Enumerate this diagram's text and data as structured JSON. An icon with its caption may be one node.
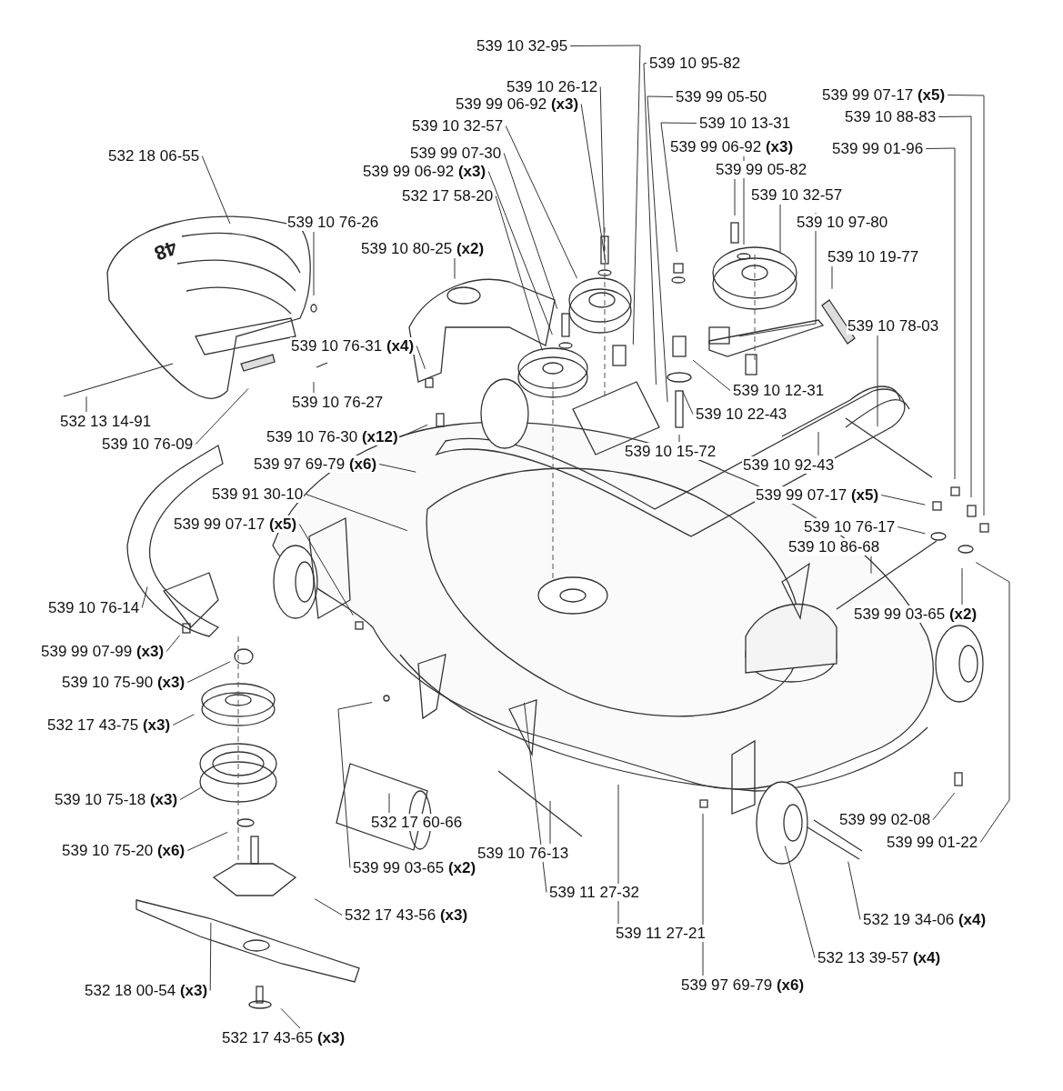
{
  "diagram": {
    "nodes": [
      {
        "text": [
          "539 10 32-95"
        ]
      },
      {
        "text": [
          "539 10 95-82"
        ]
      },
      {
        "text": [
          "539 10 26-12"
        ]
      },
      {
        "text": [
          "539 99 06-92 **(x3)**"
        ]
      },
      {
        "text": [
          "539 10 32-57"
        ]
      },
      {
        "text": [
          "539 99 07-30"
        ]
      },
      {
        "text": [
          "539 99 06-92 **(x3)**"
        ]
      },
      {
        "text": [
          "532 17 58-20"
        ]
      },
      {
        "text": [
          "539 99 05-50"
        ]
      },
      {
        "text": [
          "539 10 13-31"
        ]
      },
      {
        "text": [
          "539 99 06-92 **(x3)**"
        ]
      },
      {
        "text": [
          "539 99 05-82"
        ]
      },
      {
        "text": [
          "539 10 32-57"
        ]
      },
      {
        "text": [
          "539 10 97-80"
        ]
      },
      {
        "text": [
          "539 10 19-77"
        ]
      },
      {
        "text": [
          "539 10 78-03"
        ]
      },
      {
        "text": [
          "539 10 12-31"
        ]
      },
      {
        "text": [
          "539 10 22-43"
        ]
      },
      {
        "text": [
          "539 10 15-72"
        ]
      },
      {
        "text": [
          "539 10 92-43"
        ]
      },
      {
        "text": [
          "539 99 07-17 **(x5)**"
        ]
      },
      {
        "text": [
          "539 10 88-83"
        ]
      },
      {
        "text": [
          "539 99 01-96"
        ]
      },
      {
        "text": [
          "539 99 07-17 **(x5)**"
        ]
      },
      {
        "text": [
          "539 10 76-17"
        ]
      },
      {
        "text": [
          "539 10 86-68"
        ]
      },
      {
        "text": [
          "539 99 03-65 **(x2)**"
        ]
      },
      {
        "text": [
          "532 18 06-55"
        ]
      },
      {
        "text": [
          "539 10 76-26"
        ]
      },
      {
        "text": [
          "539 10 80-25 **(x2)**"
        ]
      },
      {
        "text": [
          "539 10 76-31 **(x4)**"
        ]
      },
      {
        "text": [
          "539 10 76-27"
        ]
      },
      {
        "text": [
          "532 13 14-91"
        ]
      },
      {
        "text": [
          "539 10 76-09"
        ]
      },
      {
        "text": [
          "539 10 76-30 **(x12)**"
        ]
      },
      {
        "text": [
          "539 97 69-79 **(x6)**"
        ]
      },
      {
        "text": [
          "539 91 30-10"
        ]
      },
      {
        "text": [
          "539 99 07-17 **(x5)**"
        ]
      },
      {
        "text": [
          "539 10 76-14"
        ]
      },
      {
        "text": [
          "539 99 07-99 **(x3)**"
        ]
      },
      {
        "text": [
          "539 10 75-90 **(x3)**"
        ]
      },
      {
        "text": [
          "532 17 43-75 **(x3)**"
        ]
      },
      {
        "text": [
          "539 10 75-18 **(x3)**"
        ]
      },
      {
        "text": [
          "539 10 75-20 **(x6)**"
        ]
      },
      {
        "text": [
          "532 17 43-56 **(x3)**"
        ]
      },
      {
        "text": [
          "532 18 00-54 **(x3)**"
        ]
      },
      {
        "text": [
          "532 17 43-65 **(x3)**"
        ]
      },
      {
        "text": [
          "539 99 03-65 **(x2)**"
        ]
      },
      {
        "text": [
          "532 17 60-66"
        ]
      },
      {
        "text": [
          "539 10 76-13"
        ]
      },
      {
        "text": [
          "539 11 27-32"
        ]
      },
      {
        "text": [
          "539 11 27-21"
        ]
      },
      {
        "text": [
          "539 97 69-79 **(x6)**"
        ]
      },
      {
        "text": [
          "532 13 39-57 **(x4)**"
        ]
      },
      {
        "text": [
          "532 19 34-06 **(x4)**"
        ]
      },
      {
        "text": [
          "539 99 02-08"
        ]
      },
      {
        "text": [
          "539 99 01-22"
        ]
      }
    ],
    "edges": [
      {
        "from": 0,
        "to": null,
        "arrow": "none"
      },
      {
        "from": 1,
        "to": null,
        "arrow": "none"
      },
      {
        "from": 2,
        "to": null,
        "arrow": "none"
      },
      {
        "from": 3,
        "to": null,
        "arrow": "none"
      },
      {
        "from": 4,
        "to": null,
        "arrow": "none"
      },
      {
        "from": 5,
        "to": null,
        "arrow": "none"
      },
      {
        "from": 6,
        "to": null,
        "arrow": "none"
      },
      {
        "from": 7,
        "to": null,
        "arrow": "none"
      },
      {
        "from": 8,
        "to": null,
        "arrow": "none"
      },
      {
        "from": 9,
        "to": null,
        "arrow": "none"
      },
      {
        "from": 10,
        "to": null,
        "arrow": "none"
      },
      {
        "from": 11,
        "to": null,
        "arrow": "none"
      },
      {
        "from": 12,
        "to": null,
        "arrow": "none"
      },
      {
        "from": 13,
        "to": null,
        "arrow": "none"
      },
      {
        "from": 14,
        "to": null,
        "arrow": "none"
      },
      {
        "from": 15,
        "to": null,
        "arrow": "none"
      },
      {
        "from": 16,
        "to": null,
        "arrow": "none"
      },
      {
        "from": 17,
        "to": null,
        "arrow": "none"
      },
      {
        "from": 18,
        "to": null,
        "arrow": "none"
      },
      {
        "from": 19,
        "to": null,
        "arrow": "none"
      },
      {
        "from": 20,
        "to": null,
        "arrow": "none"
      },
      {
        "from": 21,
        "to": null,
        "arrow": "none"
      },
      {
        "from": 22,
        "to": null,
        "arrow": "none"
      },
      {
        "from": 23,
        "to": null,
        "arrow": "none"
      },
      {
        "from": 24,
        "to": null,
        "arrow": "none"
      },
      {
        "from": 25,
        "to": null,
        "arrow": "none"
      },
      {
        "from": 26,
        "to": null,
        "arrow": "none"
      },
      {
        "from": 27,
        "to": null,
        "arrow": "none"
      },
      {
        "from": 28,
        "to": null,
        "arrow": "none"
      },
      {
        "from": 29,
        "to": null,
        "arrow": "none"
      },
      {
        "from": 30,
        "to": null,
        "arrow": "none"
      },
      {
        "from": 31,
        "to": null,
        "arrow": "none"
      },
      {
        "from": 32,
        "to": null,
        "arrow": "none"
      },
      {
        "from": 33,
        "to": null,
        "arrow": "none"
      },
      {
        "from": 34,
        "to": null,
        "arrow": "none"
      },
      {
        "from": 35,
        "to": null,
        "arrow": "none"
      },
      {
        "from": 36,
        "to": null,
        "arrow": "none"
      },
      {
        "from": 37,
        "to": null,
        "arrow": "none"
      },
      {
        "from": 38,
        "to": null,
        "arrow": "none"
      },
      {
        "from": 39,
        "to": null,
        "arrow": "none"
      },
      {
        "from": 40,
        "to": null,
        "arrow": "none"
      },
      {
        "from": 41,
        "to": null,
        "arrow": "none"
      },
      {
        "from": 42,
        "to": null,
        "arrow": "none"
      },
      {
        "from": 43,
        "to": null,
        "arrow": "none"
      },
      {
        "from": 44,
        "to": null,
        "arrow": "none"
      },
      {
        "from": 45,
        "to": null,
        "arrow": "none"
      },
      {
        "from": 46,
        "to": null,
        "arrow": "none"
      },
      {
        "from": 47,
        "to": null,
        "arrow": "none"
      },
      {
        "from": 48,
        "to": null,
        "arrow": "none"
      },
      {
        "from": 49,
        "to": null,
        "arrow": "none"
      },
      {
        "from": 50,
        "to": null,
        "arrow": "none"
      },
      {
        "from": 51,
        "to": null,
        "arrow": "none"
      },
      {
        "from": 52,
        "to": null,
        "arrow": "none"
      },
      {
        "from": 53,
        "to": null,
        "arrow": "none"
      },
      {
        "from": 54,
        "to": null,
        "arrow": "none"
      },
      {
        "from": 55,
        "to": null,
        "arrow": "none"
      },
      {
        "from": 56,
        "to": null,
        "arrow": "none"
      }
    ],
    "labels": [
      "48"
    ]
  }
}
